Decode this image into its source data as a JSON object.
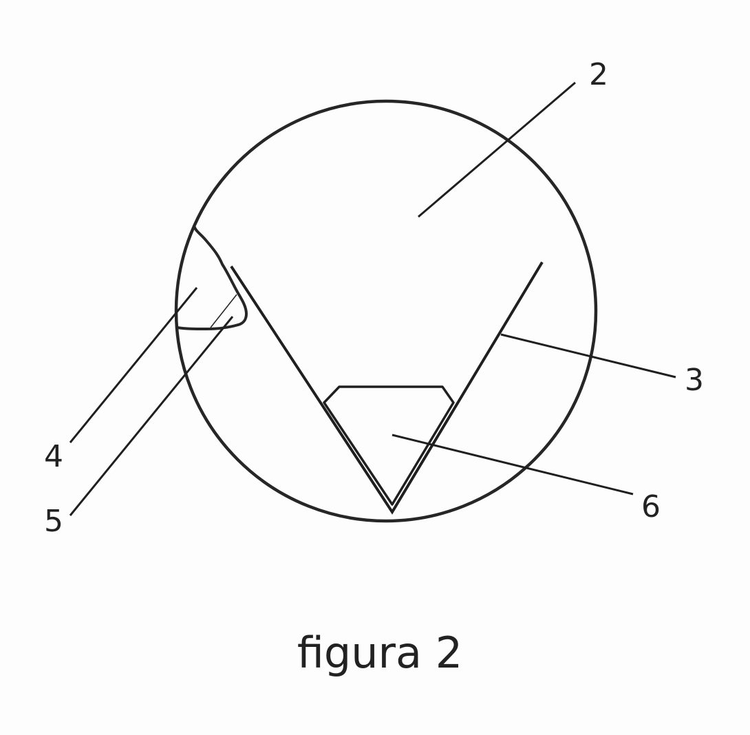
{
  "figure": {
    "caption": "figura 2",
    "labels": {
      "l2": "2",
      "l3": "3",
      "l4": "4",
      "l5": "5",
      "l6": "6"
    },
    "colors": {
      "stroke": "#222222",
      "background": "#fdfdfd"
    }
  }
}
